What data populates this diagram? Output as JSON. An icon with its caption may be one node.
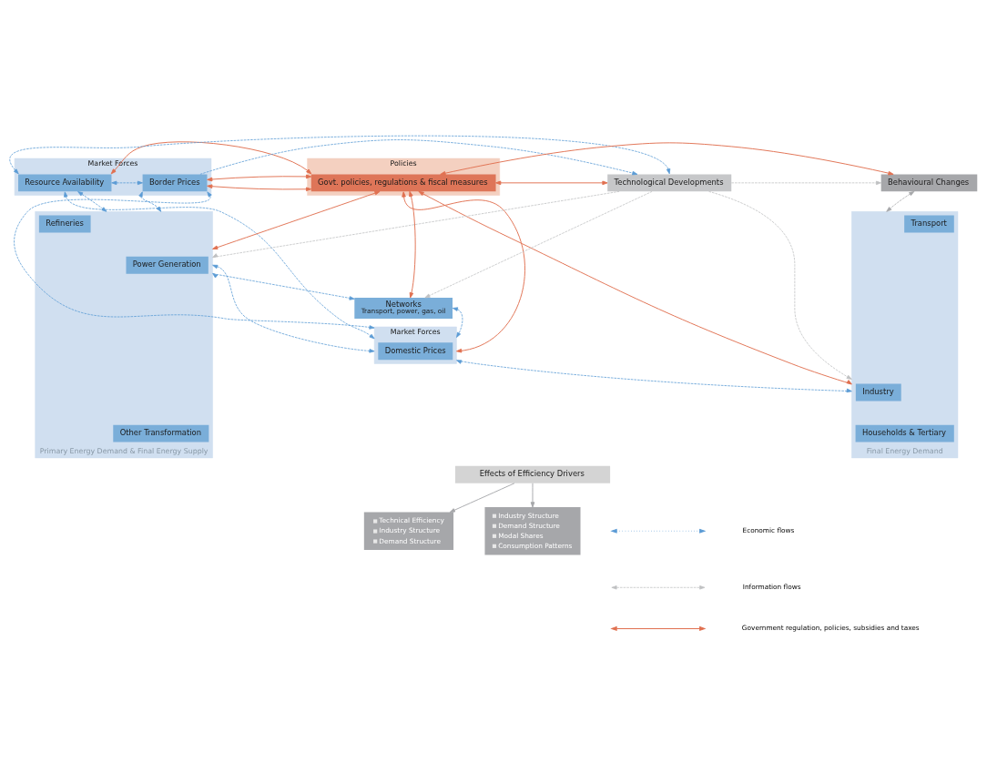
{
  "diagram": {
    "nodes": [
      {
        "text": [
          "Market Forces"
        ]
      },
      {
        "text": [
          "Resource Availability"
        ],
        "in": 0
      },
      {
        "text": [
          "Border Prices"
        ],
        "in": 0
      },
      {
        "text": [
          "Policies"
        ]
      },
      {
        "text": [
          "Govt. policies, regulations & fiscal measures"
        ],
        "in": 3
      },
      {
        "text": [
          "Technological Developments"
        ]
      },
      {
        "text": [
          "Behavioural Changes"
        ]
      },
      {
        "text": [
          "Primary Energy Demand & Final Energy Supply"
        ]
      },
      {
        "text": [
          "Refineries"
        ],
        "in": 7
      },
      {
        "text": [
          "Power Generation"
        ],
        "in": 7
      },
      {
        "text": [
          "Other Transformation"
        ],
        "in": 7
      },
      {
        "text": [
          "Networks",
          "Transport, power, gas, oil"
        ]
      },
      {
        "text": [
          "Market Forces"
        ]
      },
      {
        "text": [
          "Domestic Prices"
        ],
        "in": 12
      },
      {
        "text": [
          "Final Energy Demand"
        ]
      },
      {
        "text": [
          "Transport"
        ],
        "in": 14
      },
      {
        "text": [
          "Industry"
        ],
        "in": 14
      },
      {
        "text": [
          "Households & Tertiary"
        ],
        "in": 14
      },
      {
        "text": [
          "Effects of Efficiency Drivers"
        ]
      },
      {
        "text": [
          "Technical Efficiency",
          "Industry Structure",
          "Demand Structure"
        ]
      },
      {
        "text": [
          "Industry Structure",
          "Demand Structure",
          "Modal Shares",
          "Consumption Patterns"
        ]
      }
    ],
    "edges": [
      {
        "from": 1,
        "to": 5,
        "arrow": "both",
        "style": "dashed",
        "color": "#5b9bd5"
      },
      {
        "from": 2,
        "to": 5,
        "arrow": "to",
        "style": "dashed",
        "color": "#5b9bd5"
      },
      {
        "from": 1,
        "to": 2,
        "arrow": "both",
        "style": "dashed",
        "color": "#5b9bd5"
      },
      {
        "from": 2,
        "to": 4,
        "arrow": "both",
        "color": "#e07050"
      },
      {
        "from": 1,
        "to": 4,
        "arrow": "both",
        "color": "#e07050"
      },
      {
        "from": 4,
        "to": 5,
        "arrow": "both",
        "color": "#e07050"
      },
      {
        "from": 4,
        "to": 6,
        "arrow": "both",
        "color": "#e07050"
      },
      {
        "from": 5,
        "to": 6,
        "arrow": "to",
        "style": "dashed",
        "color": "#bfc0c2"
      },
      {
        "from": 1,
        "to": 7,
        "arrow": "both",
        "style": "dashed",
        "color": "#5b9bd5"
      },
      {
        "from": 2,
        "to": 7,
        "arrow": "both",
        "style": "dashed",
        "color": "#5b9bd5"
      },
      {
        "from": 1,
        "to": 12,
        "arrow": "both",
        "style": "dashed",
        "color": "#5b9bd5"
      },
      {
        "from": 2,
        "to": 12,
        "arrow": "both",
        "style": "dashed",
        "color": "#5b9bd5"
      },
      {
        "from": 4,
        "to": 7,
        "arrow": "both",
        "color": "#e07050"
      },
      {
        "from": 4,
        "to": 11,
        "arrow": "both",
        "color": "#e07050"
      },
      {
        "from": 4,
        "to": 12,
        "arrow": "both",
        "color": "#e07050"
      },
      {
        "from": 4,
        "to": 14,
        "arrow": "both",
        "color": "#e07050"
      },
      {
        "from": 5,
        "to": 7,
        "arrow": "to",
        "style": "dashed",
        "color": "#bfc0c2"
      },
      {
        "from": 5,
        "to": 11,
        "arrow": "to",
        "style": "dashed",
        "color": "#bfc0c2"
      },
      {
        "from": 5,
        "to": 14,
        "arrow": "to",
        "style": "dashed",
        "color": "#bfc0c2"
      },
      {
        "from": 6,
        "to": 14,
        "arrow": "both",
        "style": "dashed",
        "color": "#a6a7aa"
      },
      {
        "from": 7,
        "to": 11,
        "arrow": "both",
        "style": "dashed",
        "color": "#5b9bd5"
      },
      {
        "from": 11,
        "to": 12,
        "arrow": "both",
        "style": "dashed",
        "color": "#5b9bd5"
      },
      {
        "from": 7,
        "to": 12,
        "arrow": "both",
        "style": "dashed",
        "color": "#5b9bd5"
      },
      {
        "from": 12,
        "to": 14,
        "arrow": "both",
        "style": "dashed",
        "color": "#5b9bd5"
      },
      {
        "from": 18,
        "to": 19,
        "arrow": "to",
        "color": "#a6a7aa"
      },
      {
        "from": 18,
        "to": 20,
        "arrow": "to",
        "color": "#a6a7aa"
      }
    ],
    "legend": [
      {
        "text": "Economic flows"
      },
      {
        "text": "Information flows"
      },
      {
        "text": "Government regulation, policies, subsidies and taxes"
      }
    ]
  }
}
